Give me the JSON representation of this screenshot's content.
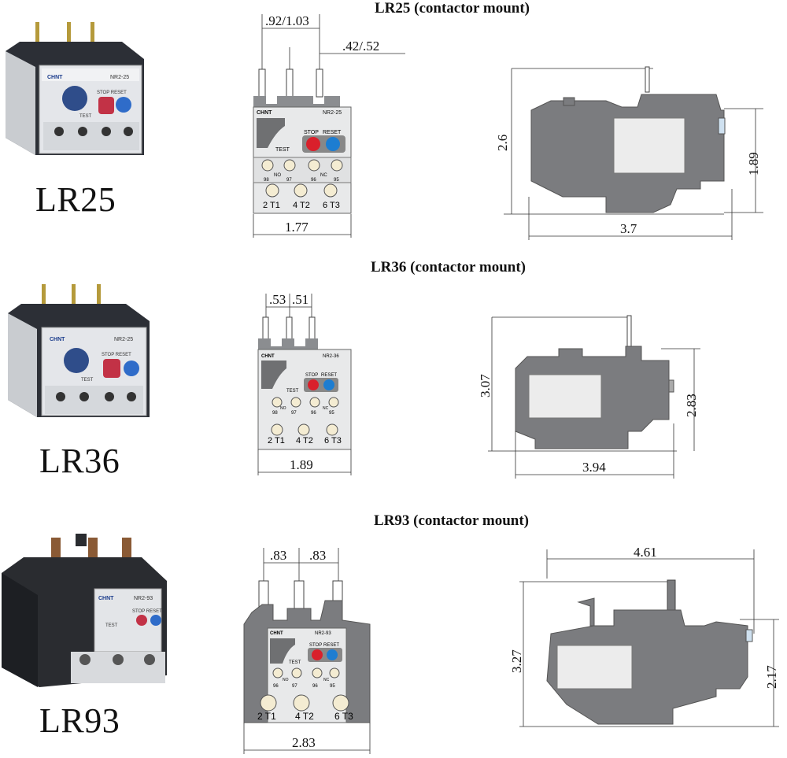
{
  "sections": [
    {
      "title": "LR25 (contactor mount)",
      "model": "LR25",
      "photo": {
        "brand": "CHNT",
        "model_plate": "NR2-25",
        "stop_reset": "STOP RESET",
        "test": "TEST"
      },
      "front": {
        "brand": "CHNT",
        "model_plate": "NR2-25",
        "stop": "STOP",
        "reset": "RESET",
        "test": "TEST",
        "contacts_top": [
          "98",
          "97",
          "96",
          "95"
        ],
        "no_label": "NO",
        "nc_label": "NC",
        "terminals": [
          "2 T1",
          "4 T2",
          "6 T3"
        ],
        "dim_pitch": ".92/1.03",
        "dim_pin": ".42/.52",
        "dim_width": "1.77"
      },
      "side": {
        "dim_height": "2.6",
        "dim_height2": "1.89",
        "dim_length": "3.7"
      }
    },
    {
      "title": "LR36 (contactor mount)",
      "model": "LR36",
      "photo": {
        "brand": "CHNT",
        "model_plate": "NR2-25",
        "stop_reset": "STOP RESET",
        "test": "TEST"
      },
      "front": {
        "brand": "CHNT",
        "model_plate": "NR2-36",
        "stop": "STOP",
        "reset": "RESET",
        "test": "TEST",
        "contacts_top": [
          "98",
          "97",
          "96",
          "95"
        ],
        "no_label": "NO",
        "nc_label": "NC",
        "terminals": [
          "2 T1",
          "4 T2",
          "6 T3"
        ],
        "dim_pitch1": ".53",
        "dim_pitch2": ".51",
        "dim_width": "1.89"
      },
      "side": {
        "dim_height": "3.07",
        "dim_height2": "2.83",
        "dim_length": "3.94"
      }
    },
    {
      "title": "LR93 (contactor mount)",
      "model": "LR93",
      "photo": {
        "brand": "CHNT",
        "model_plate": "NR2-93",
        "stop_reset": "STOP RESET",
        "test": "TEST"
      },
      "front": {
        "brand": "CHNT",
        "model_plate": "NR2-93",
        "stop": "STOP",
        "reset": "RESET",
        "test": "TEST",
        "contacts_top": [
          "96",
          "97",
          "96",
          "95"
        ],
        "no_label": "NO",
        "nc_label": "NC",
        "terminals": [
          "2 T1",
          "4 T2",
          "6 T3"
        ],
        "dim_pitch1": ".83",
        "dim_pitch2": ".83",
        "dim_width": "2.83"
      },
      "side": {
        "dim_top": "4.61",
        "dim_height": "3.27",
        "dim_height2": "2.17"
      }
    }
  ]
}
